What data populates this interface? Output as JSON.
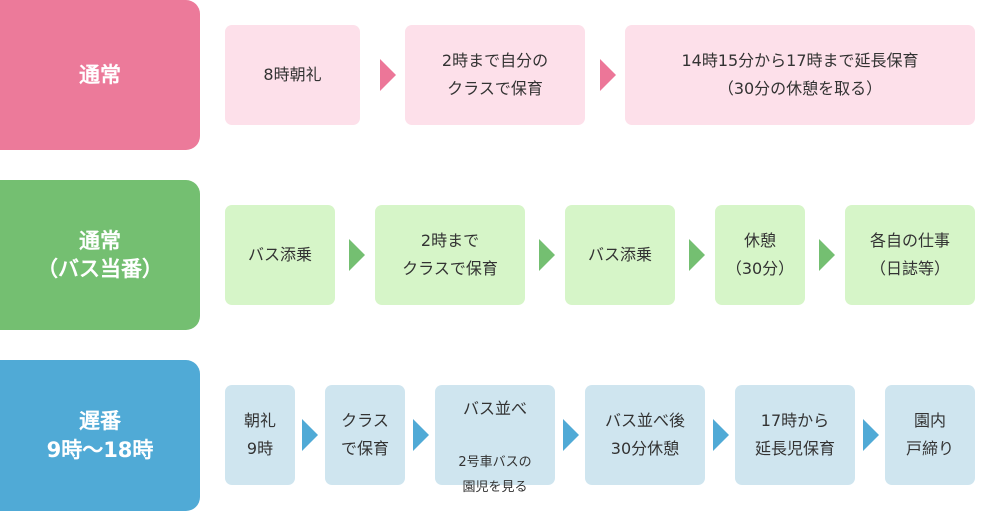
{
  "colors": {
    "normal": "#ec7a9a",
    "bus_duty": "#74bf71",
    "late_shift": "#50aad6"
  },
  "rows": [
    {
      "label": "通常",
      "steps": [
        "8時朝礼",
        "2時まで自分の\nクラスで保育",
        "14時15分から17時まで延長保育\n（30分の休憩を取る）"
      ]
    },
    {
      "label": "通常\n（バス当番）",
      "steps": [
        "バス添乗",
        "2時まで\nクラスで保育",
        "バス添乗",
        "休憩\n（30分）",
        "各自の仕事\n（日誌等）"
      ]
    },
    {
      "label": "遅番\n9時～18時",
      "steps": [
        "朝礼\n9時",
        "クラス\nで保育",
        "バス並べ",
        "バス並べ後\n30分休憩",
        "17時から\n延長児保育",
        "園内\n戸締り"
      ],
      "sub": "2号車バスの\n園児を見る"
    }
  ]
}
